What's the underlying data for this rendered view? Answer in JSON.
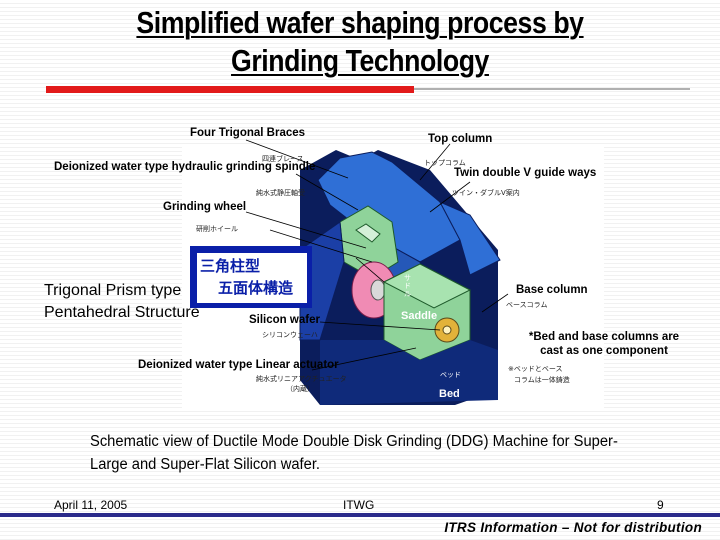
{
  "slide": {
    "title_line1": "Simplified wafer shaping process by",
    "title_line2": "Grinding Technology"
  },
  "figure": {
    "labels": {
      "four_trigonal_braces": "Four Trigonal Braces",
      "top_column": "Top column",
      "spindle": "Deionized water type hydraulic grinding spindle",
      "twin_guide": "Twin double V guide ways",
      "grinding_wheel": "Grinding wheel",
      "base_column": "Base column",
      "silicon_wafer": "Silicon wafer",
      "bed_note_line1": "*Bed and base columns are",
      "bed_note_line2": "cast as one component",
      "linear_actuator": "Deionized water type Linear actuator",
      "saddle": "Saddle",
      "bed": "Bed"
    },
    "japanese": {
      "braces": "四連ブレース",
      "top_column": "トップコラム",
      "spindle": "純水式静圧軸受",
      "guide": "ツイン・ダブルV案内",
      "wheel": "研削ホイール",
      "saddle_vertical": "サドル",
      "base_column": "ベースコラム",
      "wafer": "シリコンウェーハ",
      "bed_note_line1": "※ベッドとベース",
      "bed_note_line2": "コラムは一体鋳造",
      "actuator_line1": "純水式リニアアクチュエータ",
      "actuator_line2": "（内蔵）",
      "bed": "ベッド",
      "box_line1": "三角柱型",
      "box_line2": "五面体構造"
    },
    "side_label_line1": "Trigonal Prism type",
    "side_label_line2": "Pentahedral Structure"
  },
  "caption": {
    "line1": "Schematic view of Ductile Mode Double Disk Grinding (DDG) Machine for Super-",
    "line2": "Large and Super-Flat Silicon wafer."
  },
  "footer": {
    "date": "April  11, 2005",
    "org": "ITWG",
    "page": "9",
    "distribution": "ITRS Information – Not for distribution"
  },
  "colors": {
    "accent_red": "#e21a1a",
    "machine_blue": "#2f6fd6",
    "machine_green": "#8fd39a",
    "wheel_pink": "#f08bb4",
    "footer_bar": "#2a2a8a"
  }
}
